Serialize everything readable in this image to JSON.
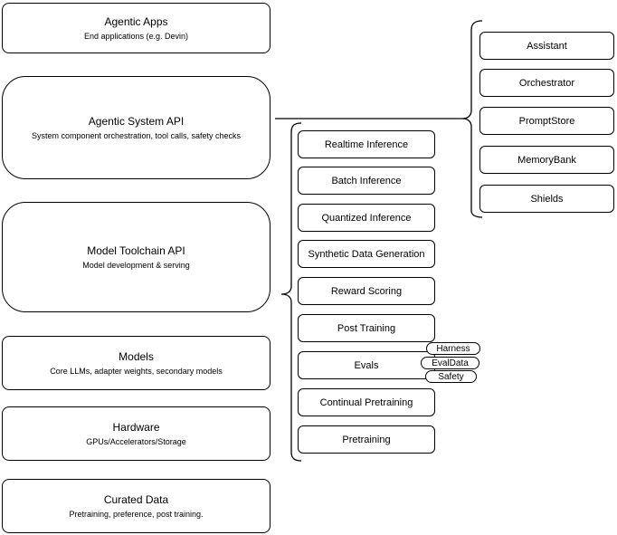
{
  "colors": {
    "background": "#ffffff",
    "stroke": "#000000",
    "text": "#000000"
  },
  "left_stack": [
    {
      "title": "Agentic Apps",
      "subtitle": "End applications (e.g. Devin)"
    },
    {
      "title": "Agentic System API",
      "subtitle": "System component orchestration, tool calls, safety checks"
    },
    {
      "title": "Model Toolchain API",
      "subtitle": "Model development & serving"
    },
    {
      "title": "Models",
      "subtitle": "Core LLMs, adapter weights, secondary models"
    },
    {
      "title": "Hardware",
      "subtitle": "GPUs/Accelerators/Storage"
    },
    {
      "title": "Curated Data",
      "subtitle": "Pretraining, preference, post training."
    }
  ],
  "toolchain_services": [
    "Realtime Inference",
    "Batch Inference",
    "Quantized Inference",
    "Synthetic Data Generation",
    "Reward Scoring",
    "Post Training",
    "Evals",
    "Continual Pretraining",
    "Pretraining"
  ],
  "eval_tags": [
    "Harness",
    "EvalData",
    "Safety"
  ],
  "system_components": [
    "Assistant",
    "Orchestrator",
    "PromptStore",
    "MemoryBank",
    "Shields"
  ]
}
